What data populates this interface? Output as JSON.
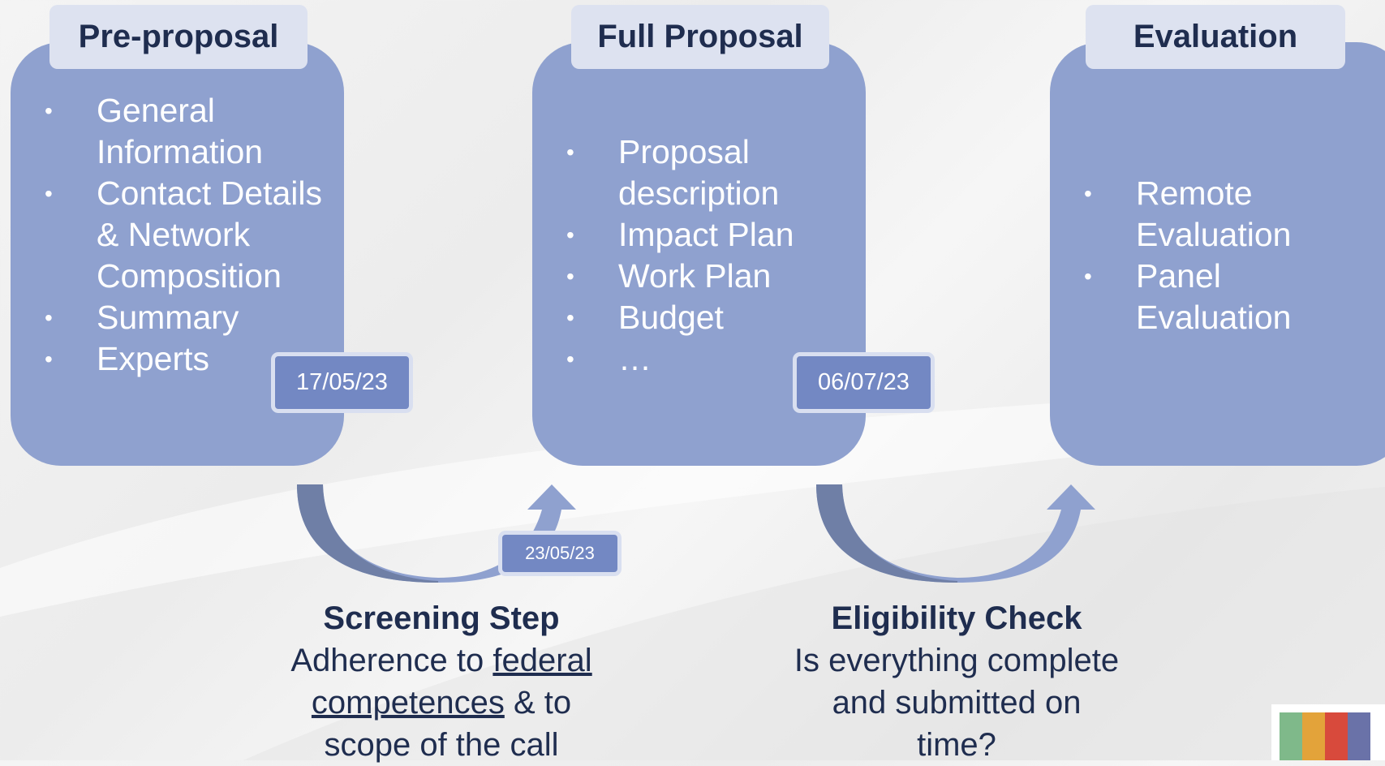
{
  "stages": [
    {
      "title": "Pre-proposal",
      "items": [
        "General Information",
        "Contact Details & Network Composition",
        "Summary",
        "Experts"
      ],
      "date": "17/05/23"
    },
    {
      "title": "Full Proposal",
      "items": [
        "Proposal description",
        "Impact Plan",
        "Work Plan",
        "Budget",
        "…"
      ],
      "date": "06/07/23"
    },
    {
      "title": "Evaluation",
      "items": [
        "Remote Evaluation",
        "Panel Evaluation"
      ]
    }
  ],
  "bullet_glyph": "•",
  "transitions": [
    {
      "title": "Screening Step",
      "desc_before": "Adherence to ",
      "desc_underlined_1": "federal",
      "desc_underlined_2": "competences",
      "desc_after": " & to",
      "desc_line3": "scope of the call",
      "date": "23/05/23"
    },
    {
      "title": "Eligibility Check",
      "desc_line1": "Is everything complete",
      "desc_line2": "and submitted on",
      "desc_line3": "time?"
    }
  ],
  "colors": {
    "box": "#8fa1cf",
    "tab": "#dde2f0",
    "dark_text": "#1f2d4f",
    "date_tag": "#7388c3",
    "arrow_dark": "#6f7fa6",
    "arrow_light": "#8fa1cf"
  }
}
